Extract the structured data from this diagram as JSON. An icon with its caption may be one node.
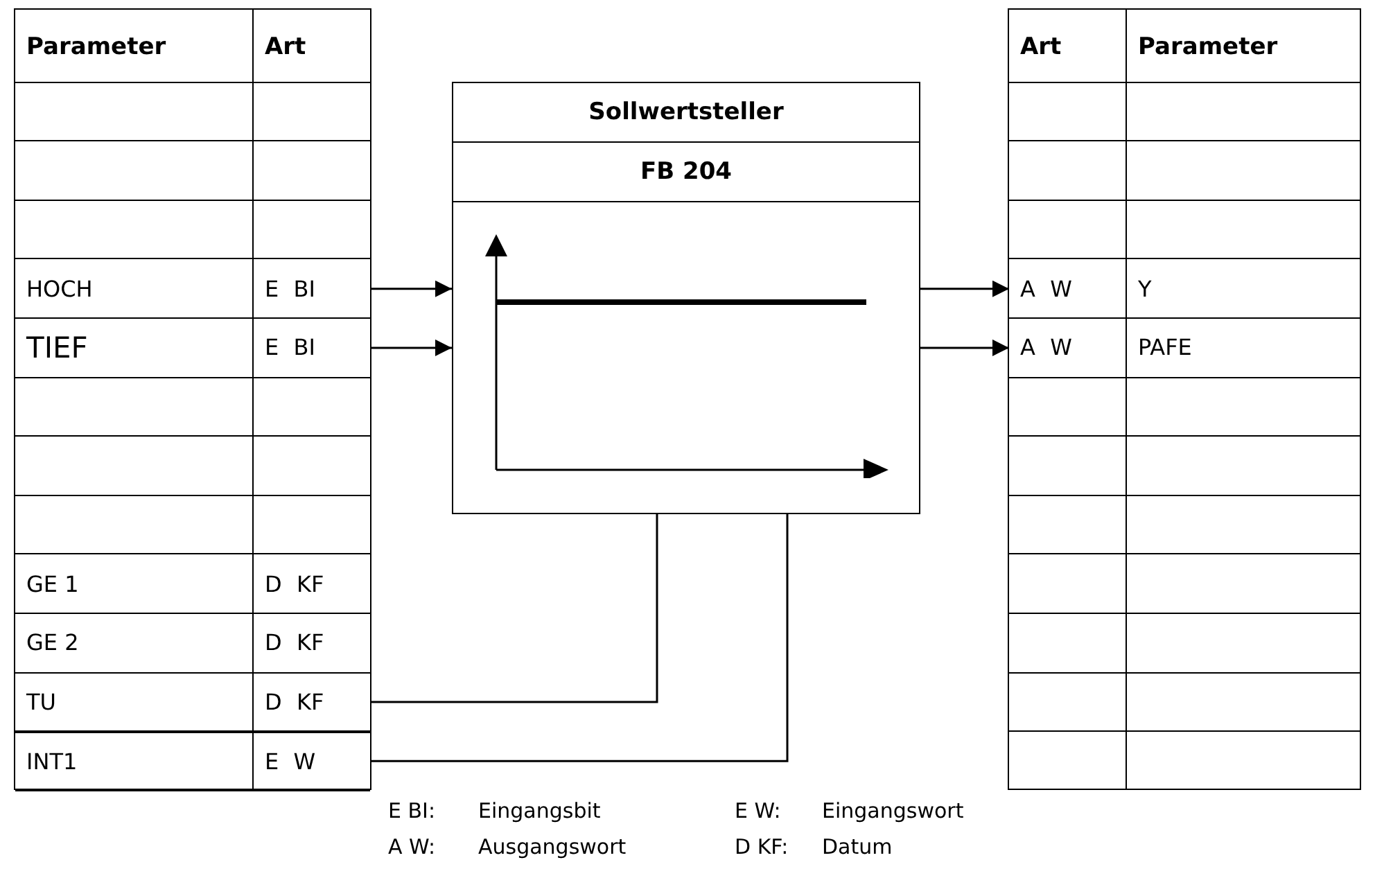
{
  "diagram": {
    "nodes": [
      {
        "text": [
          "Parameter",
          "Art"
        ]
      },
      {
        "text": [
          "HOCH",
          "E BI"
        ],
        "in": 0
      },
      {
        "text": [
          "TIEF",
          "E BI"
        ],
        "in": 0
      },
      {
        "text": [
          "GE 1",
          "D KF"
        ],
        "in": 0
      },
      {
        "text": [
          "GE 2",
          "D KF"
        ],
        "in": 0
      },
      {
        "text": [
          "TU",
          "D KF"
        ],
        "in": 0
      },
      {
        "text": [
          "INT1",
          "E W"
        ],
        "in": 0
      },
      {
        "text": [
          "Sollwertsteller",
          "FB 204"
        ]
      },
      {
        "text": [
          "Art",
          "Parameter"
        ]
      },
      {
        "text": [
          "A W",
          "Y"
        ],
        "in": 8
      },
      {
        "text": [
          "A W",
          "PAFE"
        ],
        "in": 8
      }
    ],
    "edges": [
      {
        "from": 1,
        "to": 7,
        "arrow": "to"
      },
      {
        "from": 2,
        "to": 7,
        "arrow": "to"
      },
      {
        "from": 5,
        "to": 7,
        "arrow": "none"
      },
      {
        "from": 6,
        "to": 7,
        "arrow": "none"
      },
      {
        "from": 7,
        "to": 9,
        "arrow": "to"
      },
      {
        "from": 7,
        "to": 10,
        "arrow": "to"
      }
    ],
    "labels": [
      "E BI:",
      "Eingangsbit",
      "E W:",
      "Eingangswort",
      "A W:",
      "Ausgangswort",
      "D KF:",
      "Datum"
    ]
  }
}
